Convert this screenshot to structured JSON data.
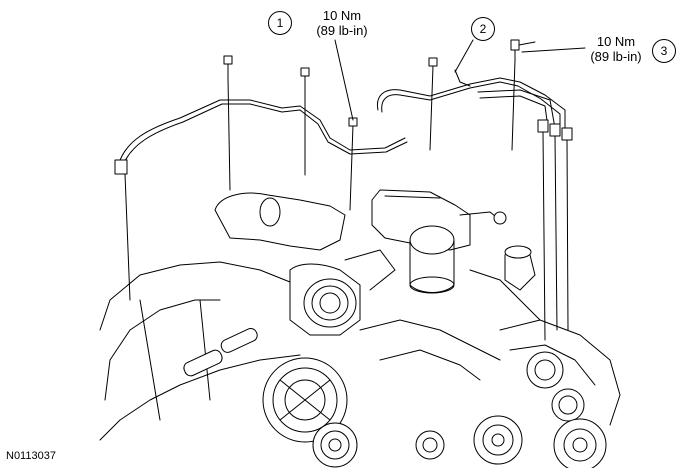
{
  "figure_id": "N0113037",
  "callouts": [
    {
      "number": "1",
      "torque_nm": "10 Nm",
      "torque_lbin": "(89 lb-in)"
    },
    {
      "number": "2"
    },
    {
      "number": "3",
      "torque_nm": "10 Nm",
      "torque_lbin": "(89 lb-in)"
    }
  ]
}
